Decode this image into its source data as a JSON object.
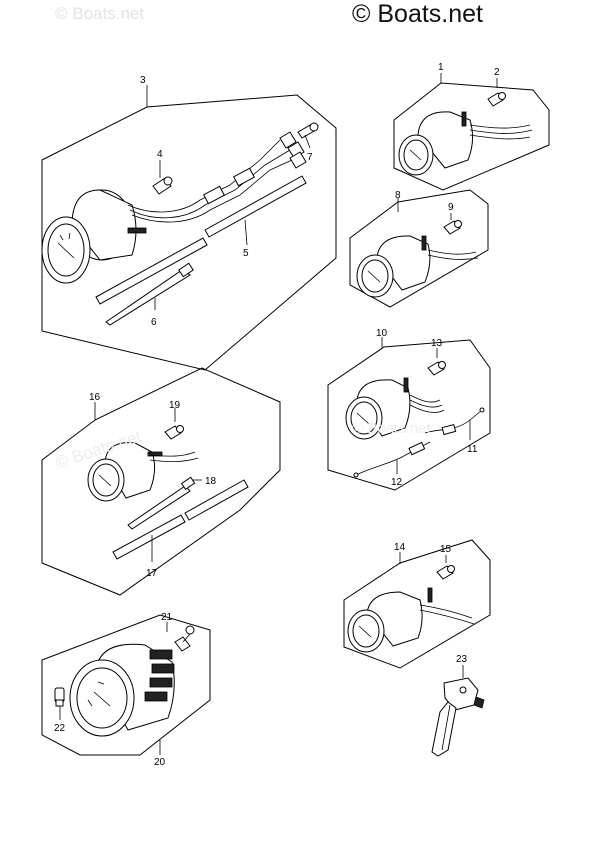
{
  "watermark": "© Boats.net",
  "callouts": {
    "c1": "1",
    "c2": "2",
    "c3": "3",
    "c4": "4",
    "c5": "5",
    "c6": "6",
    "c7": "7",
    "c8": "8",
    "c9": "9",
    "c10": "10",
    "c11": "11",
    "c12": "12",
    "c13": "13",
    "c14": "14",
    "c15": "15",
    "c16": "16",
    "c17": "17",
    "c18": "18",
    "c19": "19",
    "c20": "20",
    "c21": "21",
    "c22": "22",
    "c23": "23"
  }
}
